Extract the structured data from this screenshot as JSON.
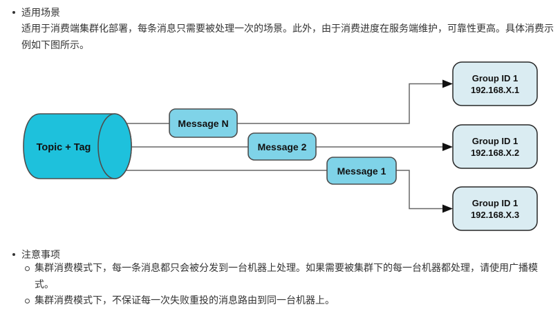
{
  "sections": {
    "usage": {
      "bullet_title": "适用场景",
      "body": "适用于消费端集群化部署，每条消息只需要被处理一次的场景。此外，由于消费进度在服务端维护，可靠性更高。具体消费示例如下图所示。"
    },
    "notes": {
      "bullet_title": "注意事项",
      "items": [
        "集群消费模式下，每一条消息都只会被分发到一台机器上处理。如果需要被集群下的每一台机器都处理，请使用广播模式。",
        "集群消费模式下，不保证每一次失败重投的消息路由到同一台机器上。"
      ]
    }
  },
  "diagram": {
    "topic_label": "Topic + Tag",
    "messages": [
      "Message N",
      "Message 2",
      "Message 1"
    ],
    "groups": [
      {
        "name": "Group ID 1",
        "ip": "192.168.X.1"
      },
      {
        "name": "Group ID 1",
        "ip": "192.168.X.2"
      },
      {
        "name": "Group ID 1",
        "ip": "192.168.X.3"
      }
    ],
    "colors": {
      "cylinder_fill": "#1EC1DC",
      "message_fill": "#7FD3E8",
      "group_fill": "#DAECF2",
      "shape_stroke": "#4D4D4D",
      "group_stroke": "#262626",
      "connector": "#666666",
      "arrowhead": "#111111"
    }
  }
}
